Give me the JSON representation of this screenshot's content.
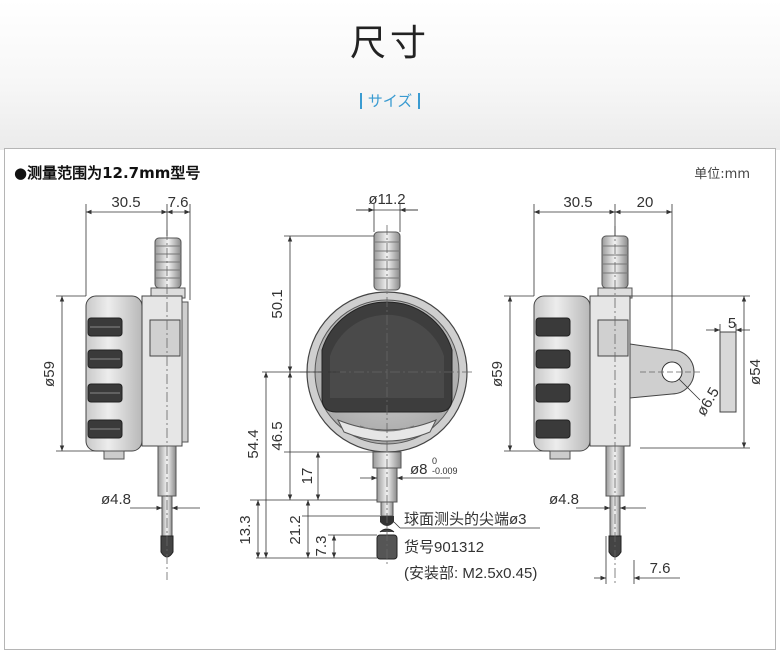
{
  "header": {
    "title": "尺寸",
    "subtitle": "サイズ"
  },
  "section_title": "●测量范围为12.7mm型号",
  "unit": "单位:mm",
  "dims": {
    "left_top_a": "30.5",
    "left_top_b": "7.6",
    "left_height": "ø59",
    "left_stem": "ø4.8",
    "mid_top": "ø11.2",
    "mid_a": "50.1",
    "mid_b": "54.4",
    "mid_c": "46.5",
    "mid_d": "17",
    "mid_stem": "ø8",
    "mid_stem_tol_upper": "0",
    "mid_stem_tol_lower": "-0.009",
    "mid_e": "13.3",
    "mid_f": "21.2",
    "mid_g": "7.3",
    "right_top_a": "30.5",
    "right_top_b": "20",
    "right_height": "ø59",
    "right_lug_w": "5",
    "right_lug_d": "ø54",
    "right_hole": "ø6.5",
    "right_stem": "ø4.8",
    "right_bottom": "7.6"
  },
  "notes": {
    "line1": "球面测头的尖端ø3",
    "line2": "货号901312",
    "line3": "(安装部: M2.5x0.45)"
  }
}
